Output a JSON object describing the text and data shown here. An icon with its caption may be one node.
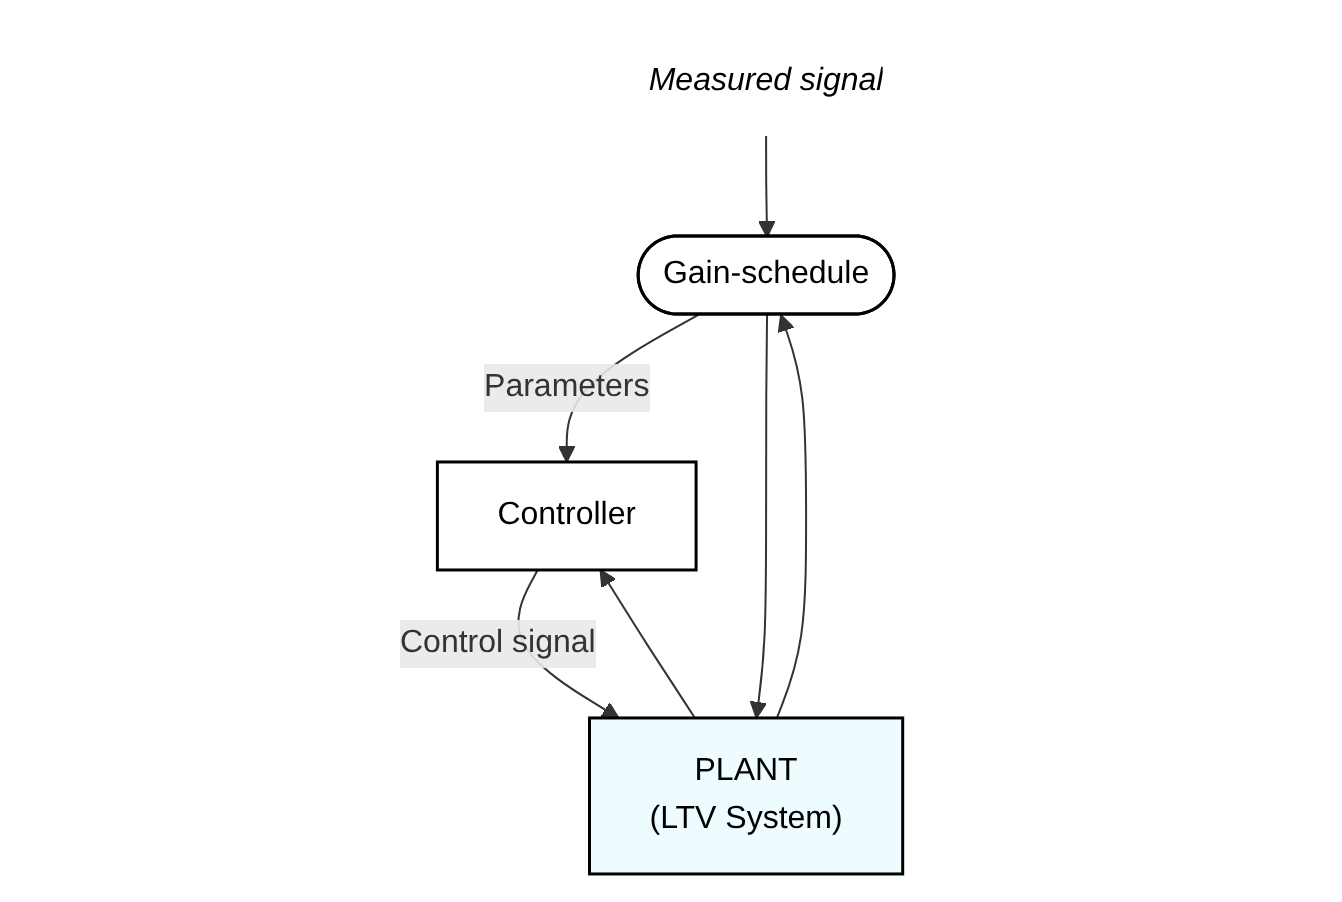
{
  "diagram": {
    "nodes": [
      {
        "text": [
          "Measured signal"
        ]
      },
      {
        "text": [
          "Gain-schedule"
        ]
      },
      {
        "text": [
          "Controller"
        ]
      },
      {
        "text": [
          "PLANT",
          "(LTV System)"
        ]
      }
    ],
    "edges": [
      {
        "from": 0,
        "to": 1,
        "arrow": "to"
      },
      {
        "from": 1,
        "to": 2,
        "arrow": "to",
        "label": "Parameters"
      },
      {
        "from": 1,
        "to": 3,
        "arrow": "to"
      },
      {
        "from": 3,
        "to": 1,
        "arrow": "to"
      },
      {
        "from": 2,
        "to": 3,
        "arrow": "to",
        "label": "Control signal"
      },
      {
        "from": 3,
        "to": 2,
        "arrow": "to"
      }
    ]
  }
}
